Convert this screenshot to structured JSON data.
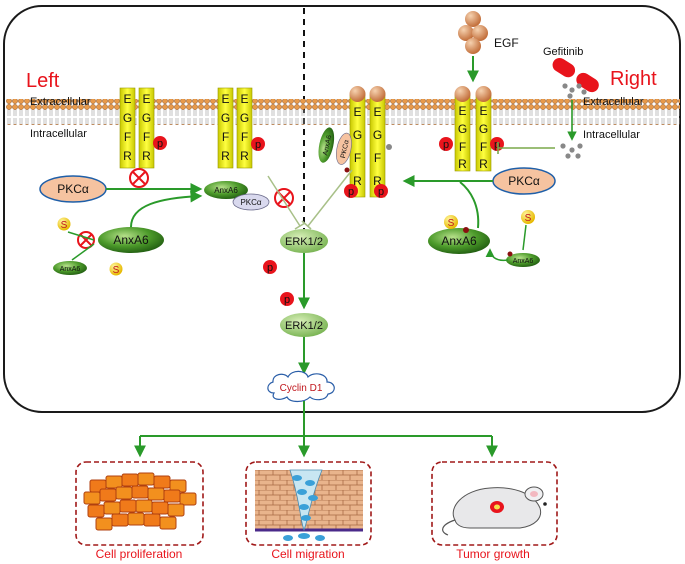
{
  "labels": {
    "left": "Left",
    "right": "Right",
    "extracellular": "Extracellular",
    "intracellular": "Intracellular",
    "egf": "EGF",
    "gefitinib": "Gefitinib",
    "pkca": "PKCα",
    "anxa6": "AnxA6",
    "erk": "ERK1/2",
    "cyclin": "Cyclin D1",
    "p": "p",
    "s": "S",
    "egfr_letters": [
      "E",
      "G",
      "F",
      "R"
    ]
  },
  "outcomes": [
    "Cell proliferation",
    "Cell migration",
    "Tumor growth"
  ],
  "colors": {
    "red": "#e8141c",
    "green": "#2a9a2a",
    "ellipse_green": "#4c9a2a",
    "egfr_yellow": "#f2f200",
    "pkc_fill": "#f6c3a0",
    "dash_border": "#a01818",
    "cyclin_text": "#c0161c"
  }
}
